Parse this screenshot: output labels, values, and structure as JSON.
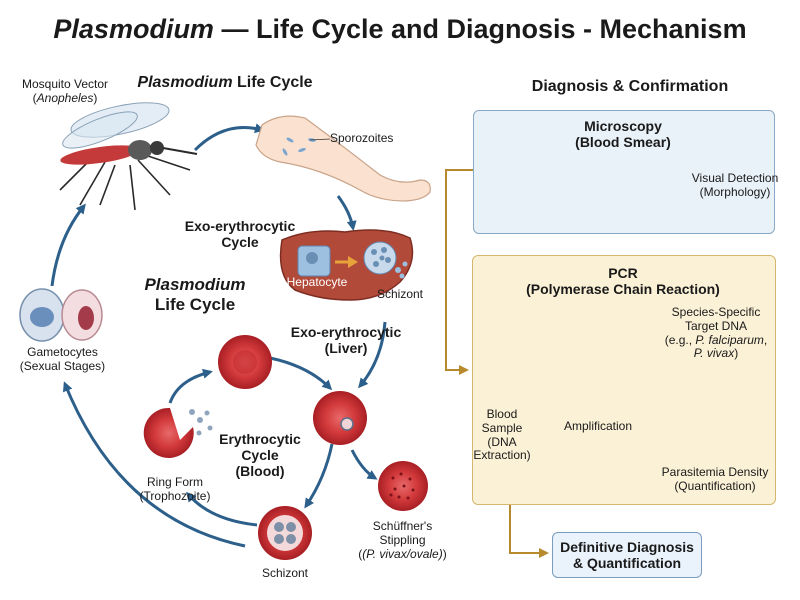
{
  "title": {
    "italic": "Plasmodium",
    "rest": " — Life Cycle and Diagnosis - Mechanism"
  },
  "life_cycle": {
    "heading_italic": "Plasmodium",
    "heading_rest": " Life Cycle",
    "center_line1": "Plasmodium",
    "center_line2": "Life Cycle",
    "mosquito_line1": "Mosquito Vector",
    "mosquito_line2": "Anopheles",
    "sporozoites": "Sporozoites",
    "exo_cycle_line1": "Exo-erythrocytic",
    "exo_cycle_line2": "Cycle",
    "hepatocyte": "Hepatocyte",
    "liver_schizont": "Schizont",
    "exo_liver_line1": "Exo-erythrocytic",
    "exo_liver_line2": "(Liver)",
    "gametocytes_line1": "Gametocytes",
    "gametocytes_line2": "(Sexual Stages)",
    "erythro_line1": "Erythrocytic",
    "erythro_line2": "Cycle",
    "erythro_line3": "(Blood)",
    "ring_line1": "Ring Form",
    "ring_line2": "(Trophozoite)",
    "schuffner_line1": "Schüffner's",
    "schuffner_line2": "Stippling",
    "schuffner_line3": "(P. vivax/ovale)",
    "blood_schizont": "Schizont"
  },
  "diagnosis": {
    "heading": "Diagnosis & Confirmation",
    "microscopy_line1": "Microscopy",
    "microscopy_line2": "(Blood Smear)",
    "visual_line1": "Visual Detection",
    "visual_line2": "(Morphology)",
    "pcr_line1": "PCR",
    "pcr_line2": "(Polymerase Chain Reaction)",
    "sample_line1": "Blood",
    "sample_line2": "Sample",
    "sample_line3": "(DNA",
    "sample_line4": "Extraction)",
    "amplification": "Amplification",
    "target_line1": "Species-Specific",
    "target_line2": "Target DNA",
    "target_line3_pre": "(e.g., ",
    "target_line3_italic": "P. falciparum",
    "target_line3_post": ",",
    "target_line4_italic": "P. vivax",
    "target_line4_post": ")",
    "density_line1": "Parasitemia Density",
    "density_line2": "(Quantification)",
    "final_line1": "Definitive Diagnosis",
    "final_line2": "& Quantification"
  },
  "colors": {
    "rbc": "#c8282d",
    "cycle_arrow": "#2d5f8b",
    "dx_arrow": "#b88a2e",
    "amp_arrow": "#e59a1f",
    "pcr_bg": "#fbf1d6",
    "micro_bg": "#e9f1f9"
  }
}
